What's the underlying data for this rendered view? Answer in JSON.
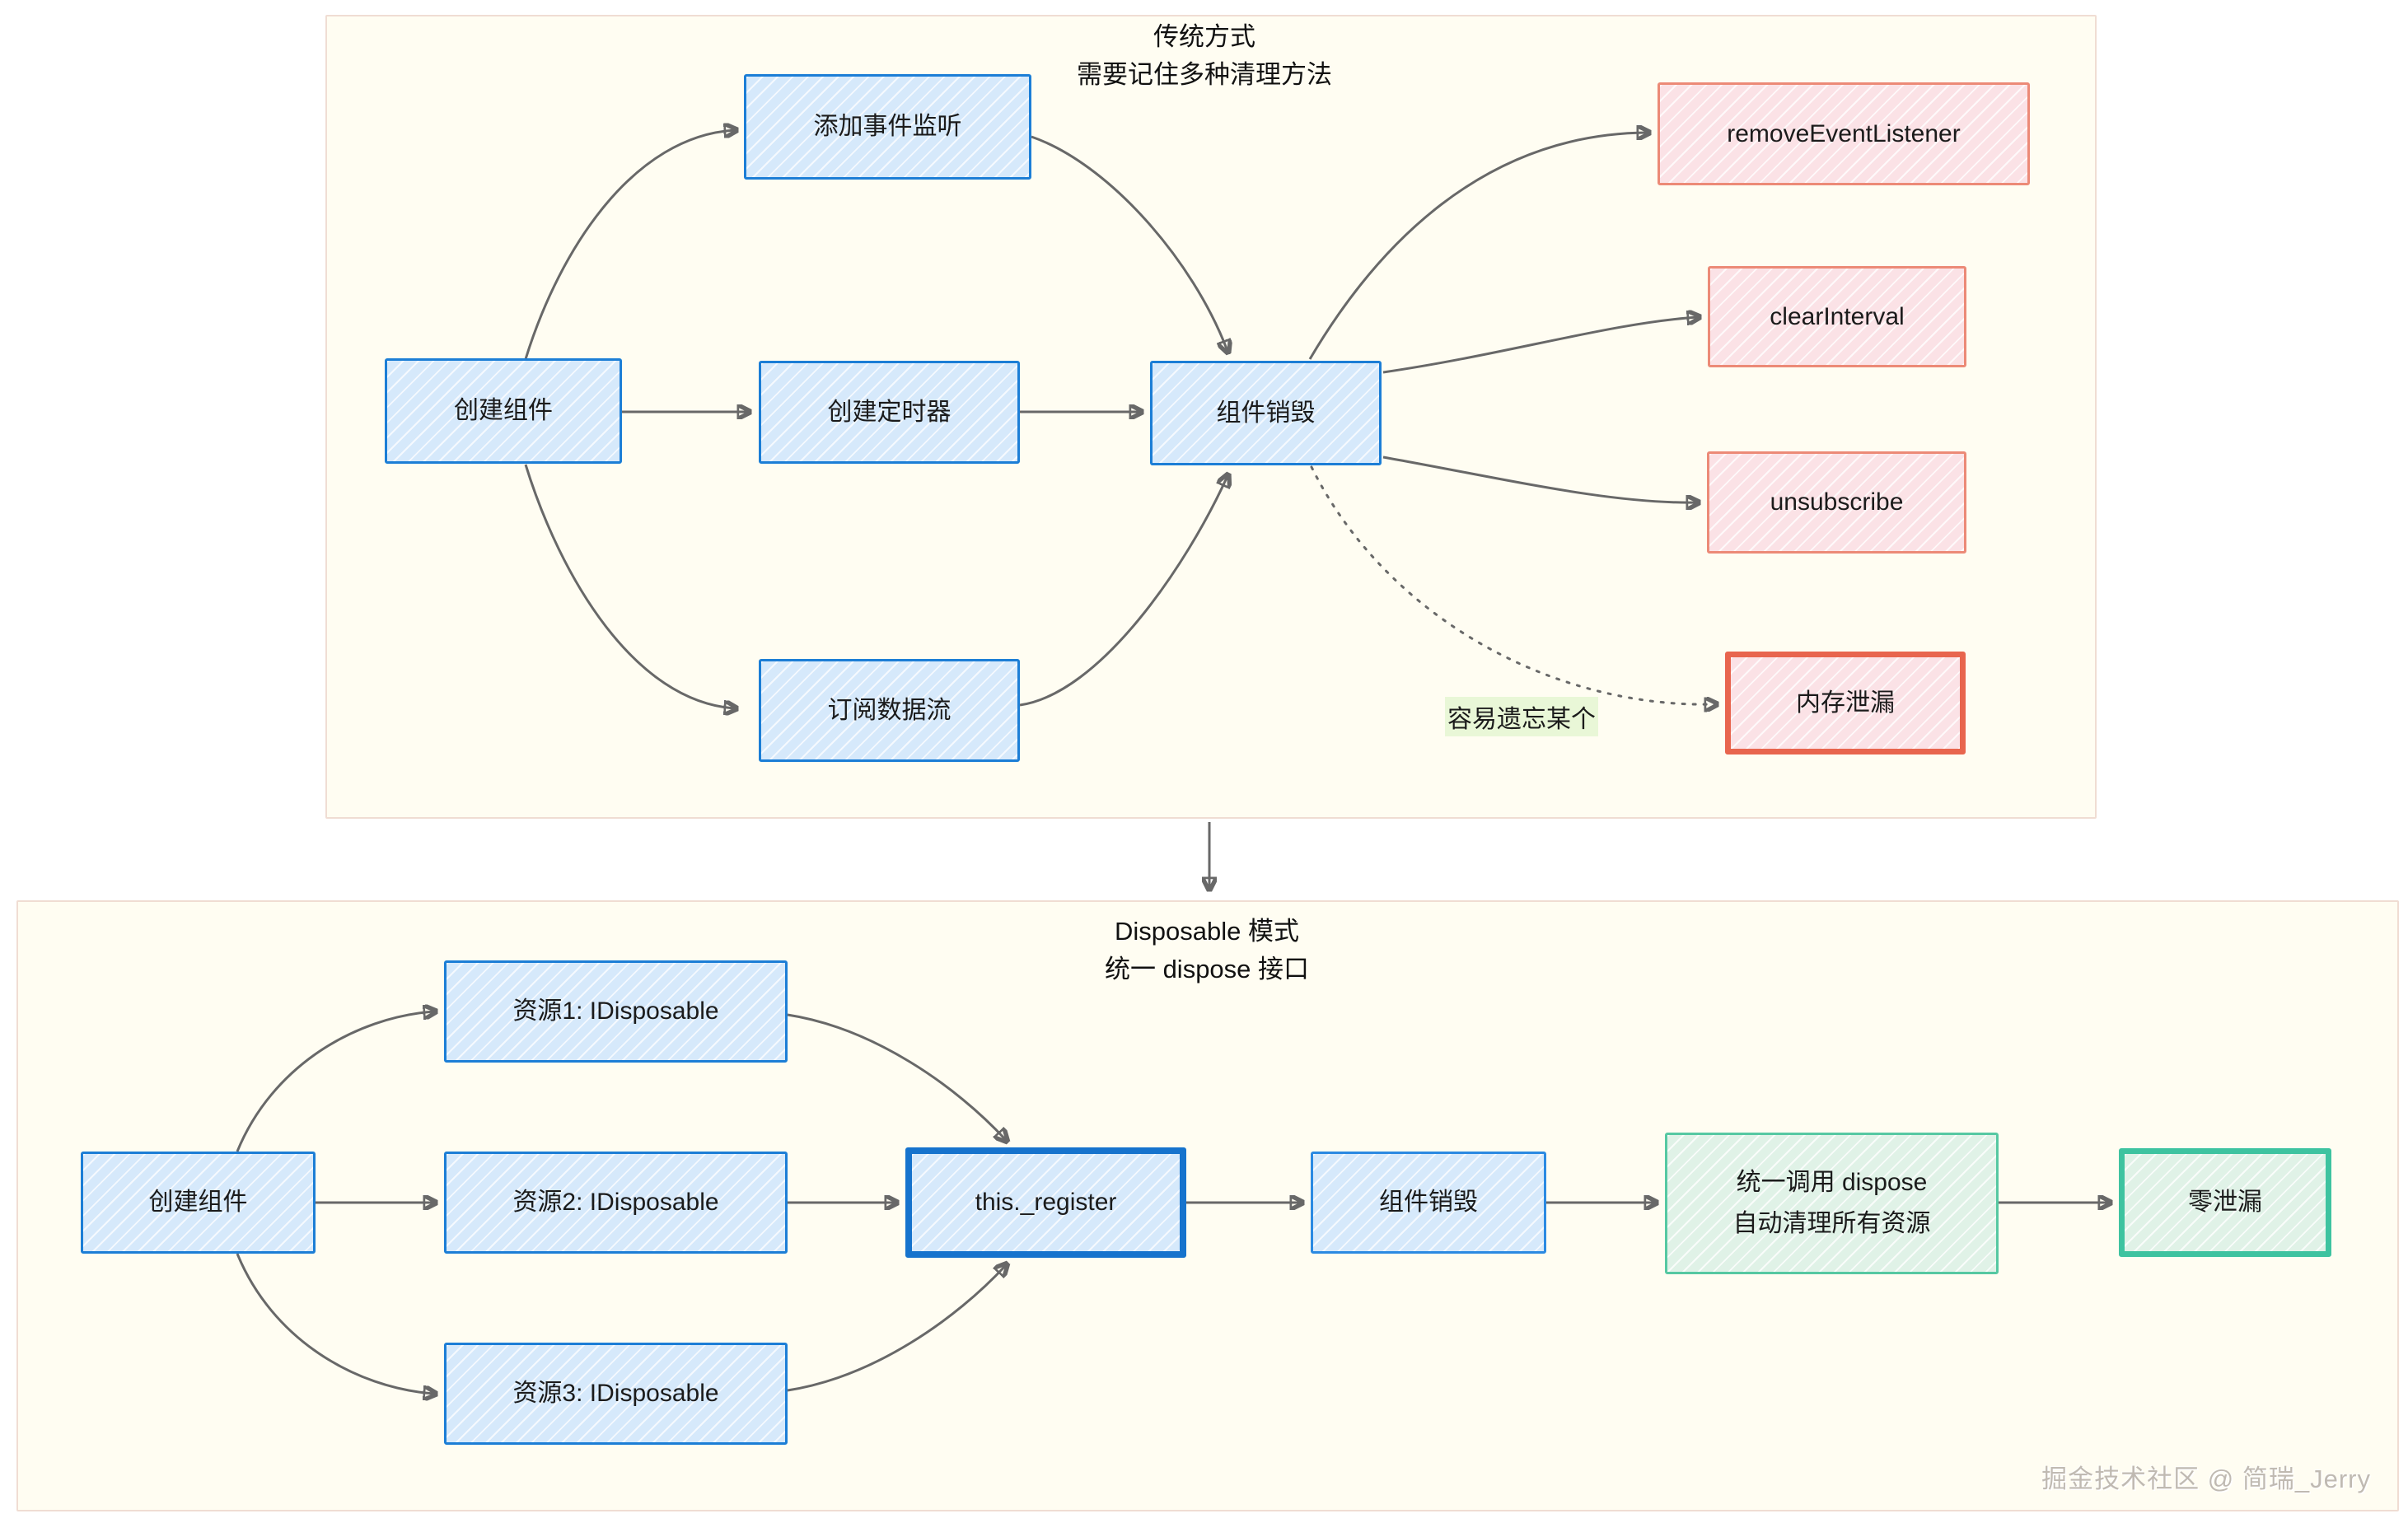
{
  "panels": {
    "traditional": {
      "title_line1": "传统方式",
      "title_line2": "需要记住多种清理方法",
      "nodes": {
        "create": "创建组件",
        "add_listener": "添加事件监听",
        "create_timer": "创建定时器",
        "subscribe": "订阅数据流",
        "destroy": "组件销毁",
        "remove_listener": "removeEventListener",
        "clear_interval": "clearInterval",
        "unsubscribe": "unsubscribe",
        "memory_leak": "内存泄漏"
      },
      "edge_label": "容易遗忘某个"
    },
    "disposable": {
      "title_line1": "Disposable 模式",
      "title_line2": "统一 dispose 接口",
      "nodes": {
        "create": "创建组件",
        "res1": "资源1: IDisposable",
        "res2": "资源2: IDisposable",
        "res3": "资源3: IDisposable",
        "register": "this._register",
        "destroy": "组件销毁",
        "dispose_line1": "统一调用 dispose",
        "dispose_line2": "自动清理所有资源",
        "zero_leak": "零泄漏"
      }
    }
  },
  "edges": [
    {
      "from": "创建组件",
      "to": "添加事件监听",
      "style": "solid"
    },
    {
      "from": "创建组件",
      "to": "创建定时器",
      "style": "solid"
    },
    {
      "from": "创建组件",
      "to": "订阅数据流",
      "style": "solid"
    },
    {
      "from": "添加事件监听",
      "to": "组件销毁",
      "style": "solid"
    },
    {
      "from": "创建定时器",
      "to": "组件销毁",
      "style": "solid"
    },
    {
      "from": "订阅数据流",
      "to": "组件销毁",
      "style": "solid"
    },
    {
      "from": "组件销毁",
      "to": "removeEventListener",
      "style": "solid"
    },
    {
      "from": "组件销毁",
      "to": "clearInterval",
      "style": "solid"
    },
    {
      "from": "组件销毁",
      "to": "unsubscribe",
      "style": "solid"
    },
    {
      "from": "组件销毁",
      "to": "内存泄漏",
      "style": "dotted",
      "label": "容易遗忘某个"
    },
    {
      "from": "传统方式",
      "to": "Disposable 模式",
      "style": "solid"
    },
    {
      "from": "创建组件",
      "to": "资源1: IDisposable",
      "style": "solid"
    },
    {
      "from": "创建组件",
      "to": "资源2: IDisposable",
      "style": "solid"
    },
    {
      "from": "创建组件",
      "to": "资源3: IDisposable",
      "style": "solid"
    },
    {
      "from": "资源1: IDisposable",
      "to": "this._register",
      "style": "solid"
    },
    {
      "from": "资源2: IDisposable",
      "to": "this._register",
      "style": "solid"
    },
    {
      "from": "资源3: IDisposable",
      "to": "this._register",
      "style": "solid"
    },
    {
      "from": "this._register",
      "to": "组件销毁",
      "style": "solid"
    },
    {
      "from": "组件销毁",
      "to": "统一调用 dispose 自动清理所有资源",
      "style": "solid"
    },
    {
      "from": "统一调用 dispose 自动清理所有资源",
      "to": "零泄漏",
      "style": "solid"
    }
  ],
  "watermark": "掘金技术社区 @ 简瑞_Jerry",
  "colors": {
    "panel_bg": "#fffdf2",
    "panel_border": "#f0ddd3",
    "blue_border": "#1c7ed6",
    "blue_fill": "#d6e9fb",
    "pink_border": "#ec8a77",
    "pink_fill": "#fbe2e6",
    "red_thick_border": "#e8654e",
    "green_border": "#56c8a2",
    "green_fill": "#e0f2e7",
    "teal_thick_border": "#3ec3a0",
    "arrow": "#686868",
    "edge_label_bg": "#e9f7d7"
  }
}
